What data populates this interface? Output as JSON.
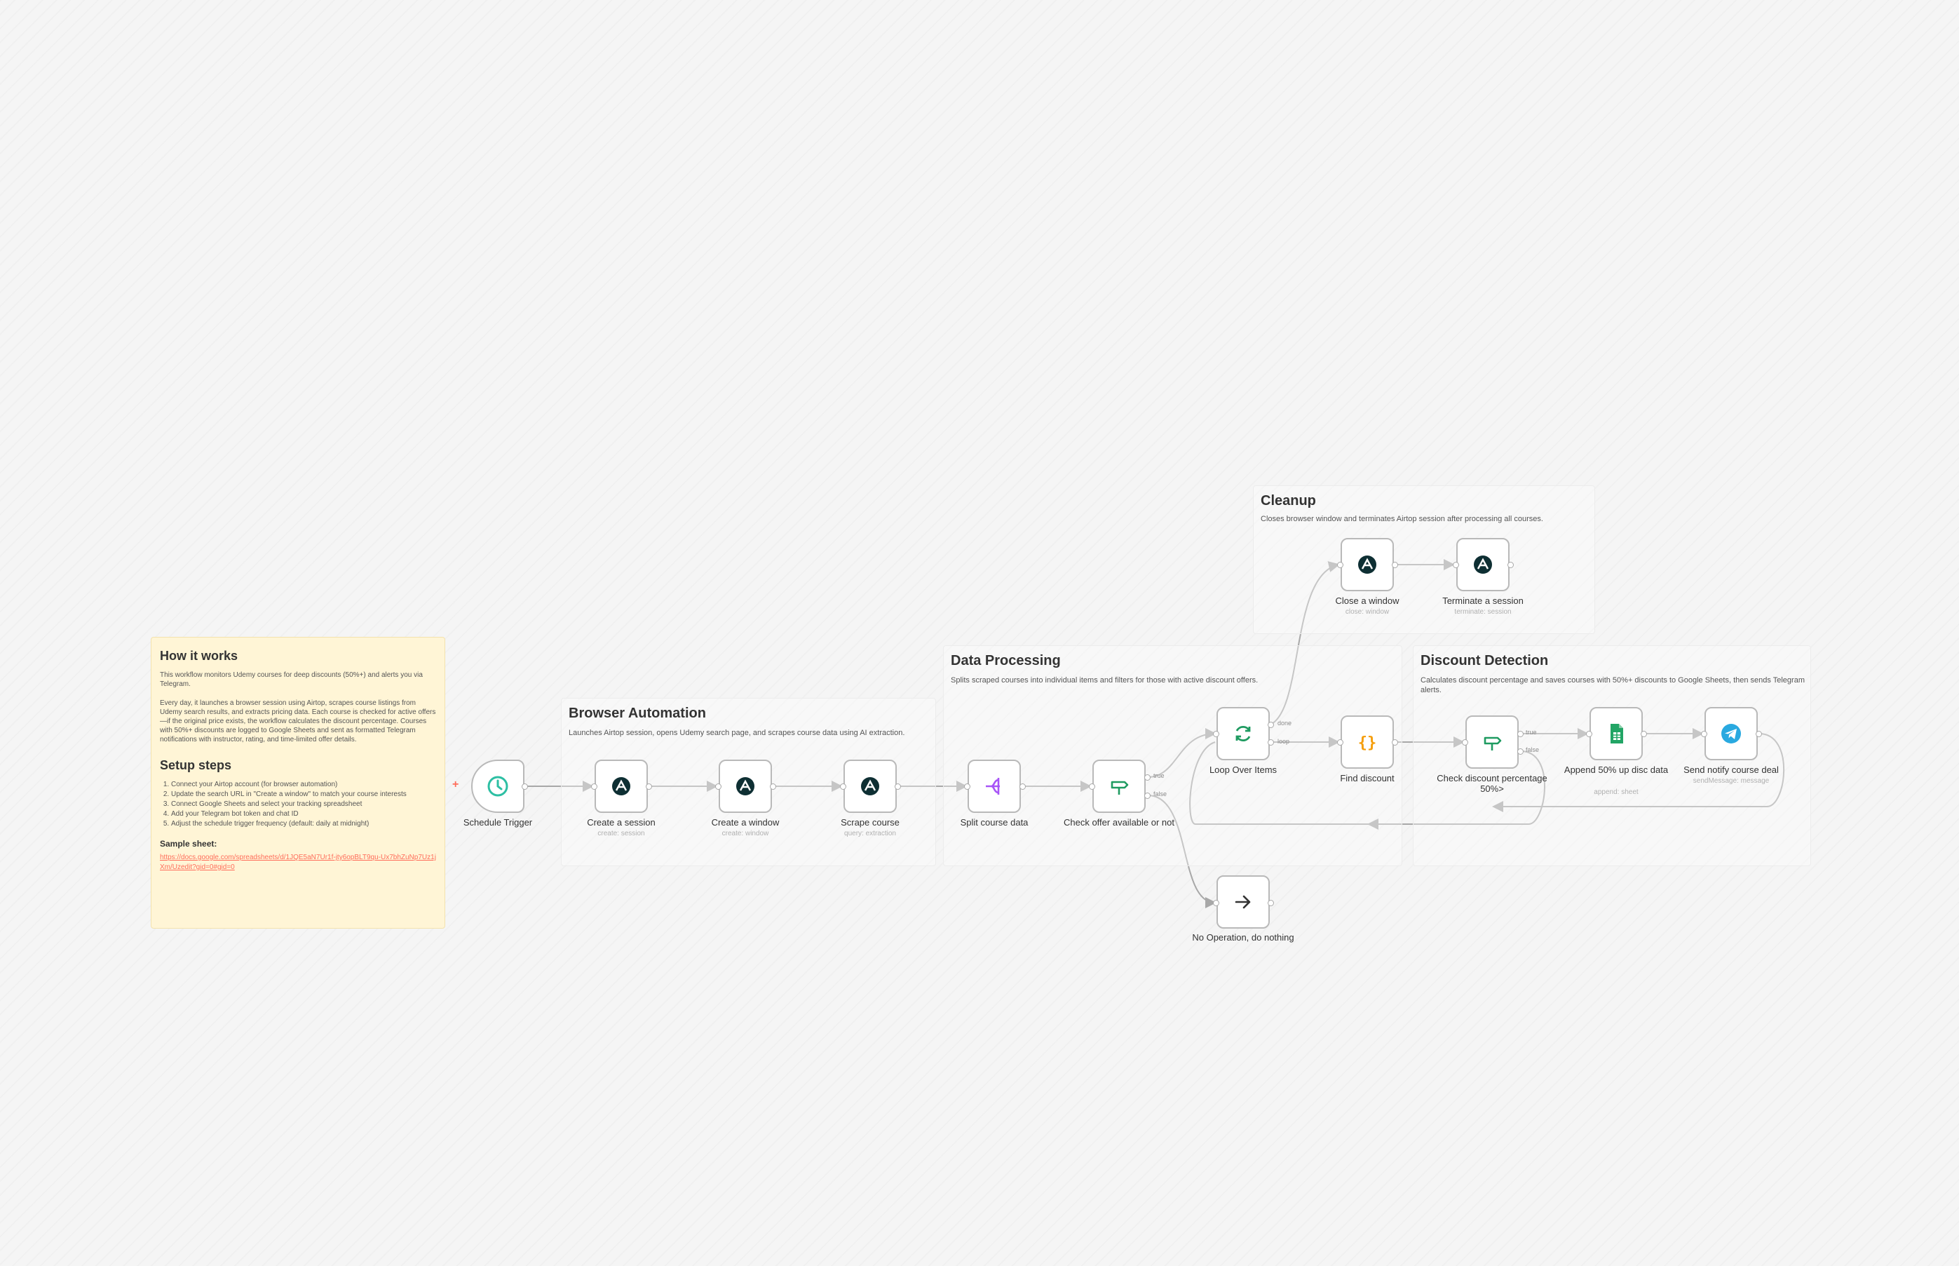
{
  "note": {
    "title": "How it works",
    "p1": "This workflow monitors Udemy courses for deep discounts (50%+) and alerts you via Telegram.",
    "p2": "Every day, it launches a browser session using Airtop, scrapes course listings from Udemy search results, and extracts pricing data. Each course is checked for active offers—if the original price exists, the workflow calculates the discount percentage. Courses with 50%+ discounts are logged to Google Sheets and sent as formatted Telegram notifications with instructor, rating, and time-limited offer details.",
    "setup_title": "Setup steps",
    "steps": [
      "Connect your Airtop account (for browser automation)",
      "Update the search URL in \"Create a window\" to match your course interests",
      "Connect Google Sheets and select your tracking spreadsheet",
      "Add your Telegram bot token and chat ID",
      "Adjust the schedule trigger frequency (default: daily at midnight)"
    ],
    "sample_label": "Sample sheet:",
    "sample_link": "https://docs.google.com/spreadsheets/d/1JQE5aN7Ur1f-jty6opBLT9qu-Ux7bhZuNp7Uz1jXm/Uzedit?gid=0#gid=0"
  },
  "groups": {
    "browser": {
      "title": "Browser Automation",
      "desc": "Launches Airtop session, opens Udemy search page, and scrapes course data using AI extraction."
    },
    "data": {
      "title": "Data Processing",
      "desc": "Splits scraped courses into individual items and filters for those with active discount offers."
    },
    "cleanup": {
      "title": "Cleanup",
      "desc": "Closes browser window and terminates Airtop session after processing all courses."
    },
    "discount": {
      "title": "Discount Detection",
      "desc": "Calculates discount percentage and saves courses with 50%+ discounts to Google Sheets, then sends Telegram alerts."
    }
  },
  "nodes": {
    "schedule": {
      "label": "Schedule Trigger",
      "icon": "clock-icon",
      "color": "#2dbfa3"
    },
    "create_session": {
      "label": "Create a session",
      "sub": "create: session",
      "icon": "airtop-icon"
    },
    "create_window": {
      "label": "Create a window",
      "sub": "create: window",
      "icon": "airtop-icon"
    },
    "scrape": {
      "label": "Scrape course",
      "sub": "query: extraction",
      "icon": "airtop-icon"
    },
    "split": {
      "label": "Split course data",
      "icon": "split-icon",
      "color": "#a855f7"
    },
    "check_offer": {
      "label": "Check offer available or not",
      "icon": "if-icon",
      "color": "#1f9b61"
    },
    "loop": {
      "label": "Loop Over Items",
      "icon": "loop-icon",
      "color": "#1f9b61"
    },
    "find_discount": {
      "label": "Find discount",
      "icon": "code-icon",
      "color": "#f59e0b"
    },
    "check_pct": {
      "label": "Check discount percentage 50%>",
      "icon": "if-icon",
      "color": "#1f9b61"
    },
    "append": {
      "label": "Append 50% up disc data",
      "sub": "append: sheet",
      "icon": "sheets-icon",
      "color": "#22a565"
    },
    "telegram": {
      "label": "Send notify course deal",
      "sub": "sendMessage: message",
      "icon": "telegram-icon",
      "color": "#29a9e0"
    },
    "close_window": {
      "label": "Close a window",
      "sub": "close: window",
      "icon": "airtop-icon"
    },
    "terminate": {
      "label": "Terminate a session",
      "sub": "terminate: session",
      "icon": "airtop-icon"
    },
    "noop": {
      "label": "No Operation, do nothing",
      "icon": "arrow-right-icon"
    }
  },
  "branches": {
    "true": "true",
    "false": "false",
    "done": "done",
    "loop": "loop"
  },
  "colors": {
    "airtop": "#0e2f33",
    "edge": "#a8a8a8",
    "note_bg": "#fff5d6",
    "link": "#ff6d5a"
  }
}
